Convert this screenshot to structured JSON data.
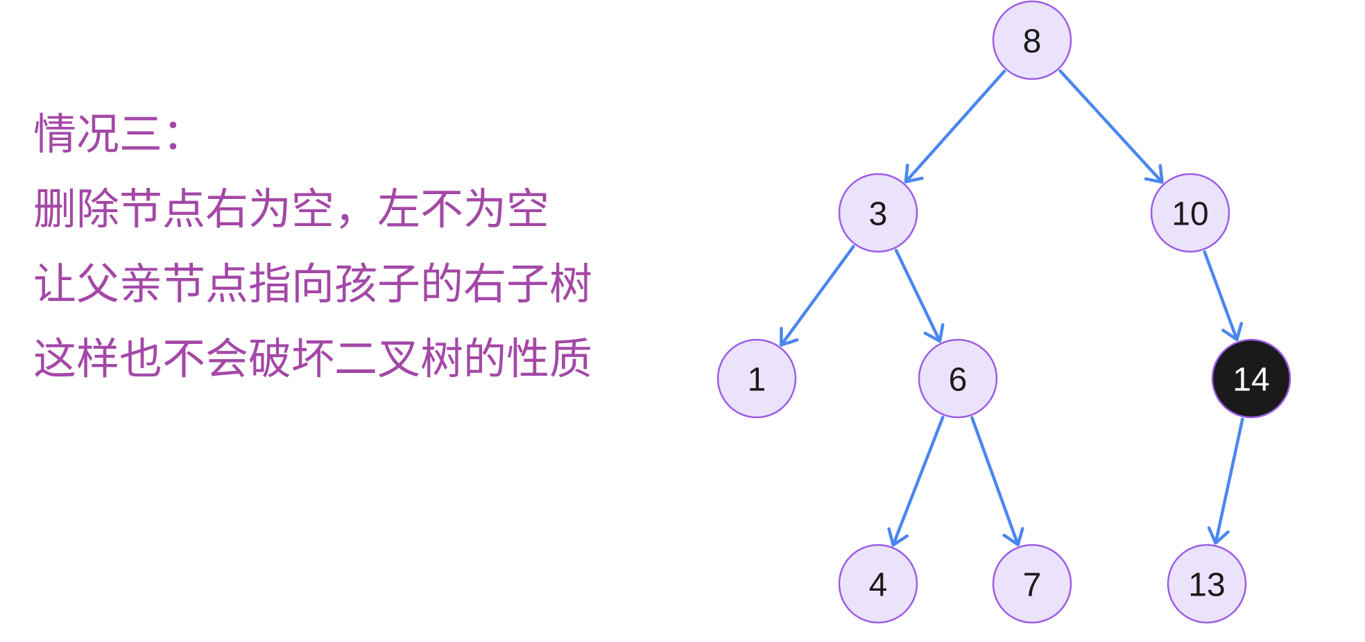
{
  "text": {
    "lines": [
      "情况三：",
      "删除节点右为空，左不为空",
      "让父亲节点指向孩子的右子树",
      "这样也不会破坏二叉树的性质"
    ]
  },
  "tree": {
    "node_fill": "#ebe2fb",
    "node_stroke": "#9b5de5",
    "node_text": "#1a1a1a",
    "highlight_fill": "#1a1a1a",
    "highlight_text": "#ffffff",
    "edge_color": "#4a86f0",
    "nodes": [
      {
        "id": "n8",
        "label": "8",
        "highlight": false
      },
      {
        "id": "n3",
        "label": "3",
        "highlight": false
      },
      {
        "id": "n10",
        "label": "10",
        "highlight": false
      },
      {
        "id": "n1",
        "label": "1",
        "highlight": false
      },
      {
        "id": "n6",
        "label": "6",
        "highlight": false
      },
      {
        "id": "n14",
        "label": "14",
        "highlight": true
      },
      {
        "id": "n4",
        "label": "4",
        "highlight": false
      },
      {
        "id": "n7",
        "label": "7",
        "highlight": false
      },
      {
        "id": "n13",
        "label": "13",
        "highlight": false
      }
    ],
    "edges": [
      {
        "from": "n8",
        "to": "n3"
      },
      {
        "from": "n8",
        "to": "n10"
      },
      {
        "from": "n3",
        "to": "n1"
      },
      {
        "from": "n3",
        "to": "n6"
      },
      {
        "from": "n10",
        "to": "n14"
      },
      {
        "from": "n6",
        "to": "n4"
      },
      {
        "from": "n6",
        "to": "n7"
      },
      {
        "from": "n14",
        "to": "n13"
      }
    ]
  }
}
